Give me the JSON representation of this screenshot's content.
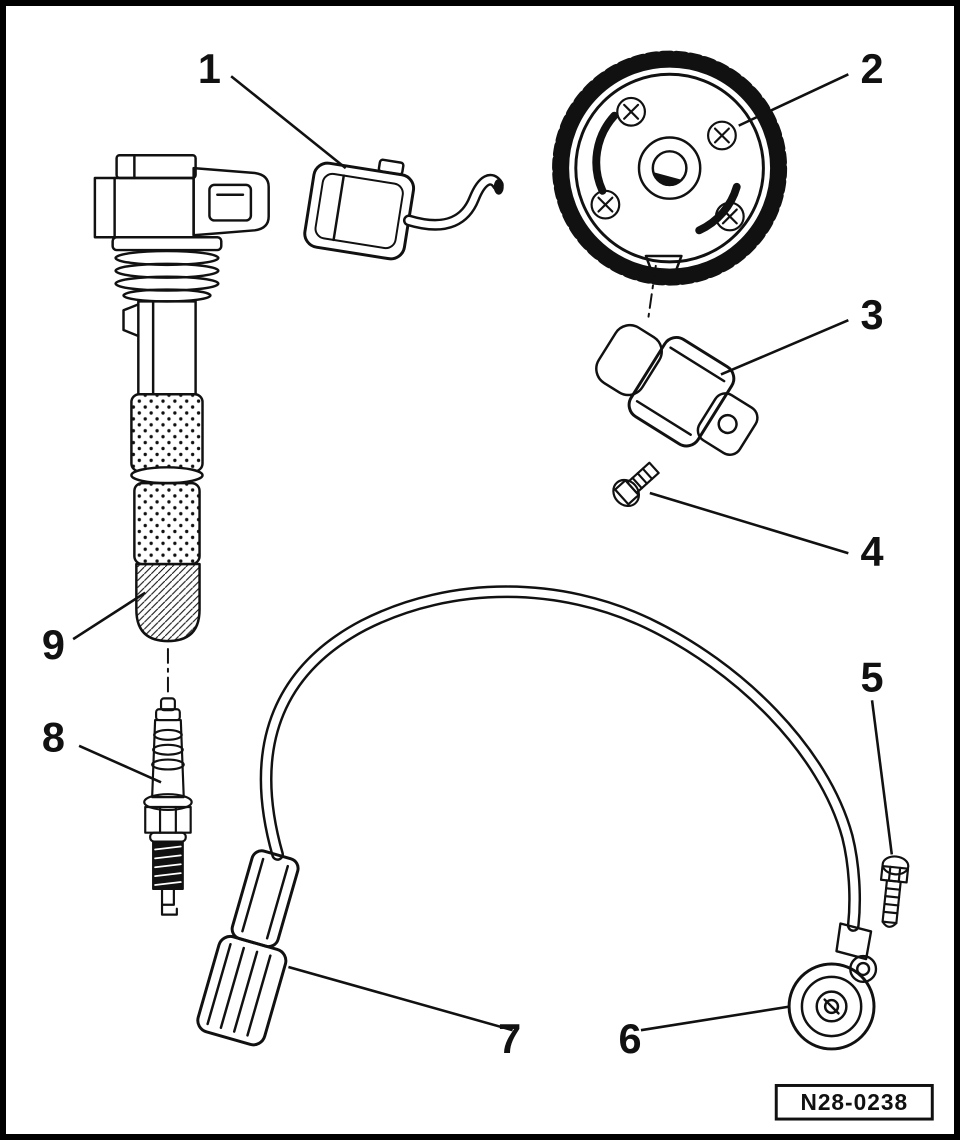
{
  "figure": {
    "code": "N28-0238",
    "callouts": [
      "1",
      "2",
      "3",
      "4",
      "5",
      "6",
      "7",
      "8",
      "9"
    ],
    "colors": {
      "ink": "#111111",
      "paper": "#ffffff"
    }
  }
}
